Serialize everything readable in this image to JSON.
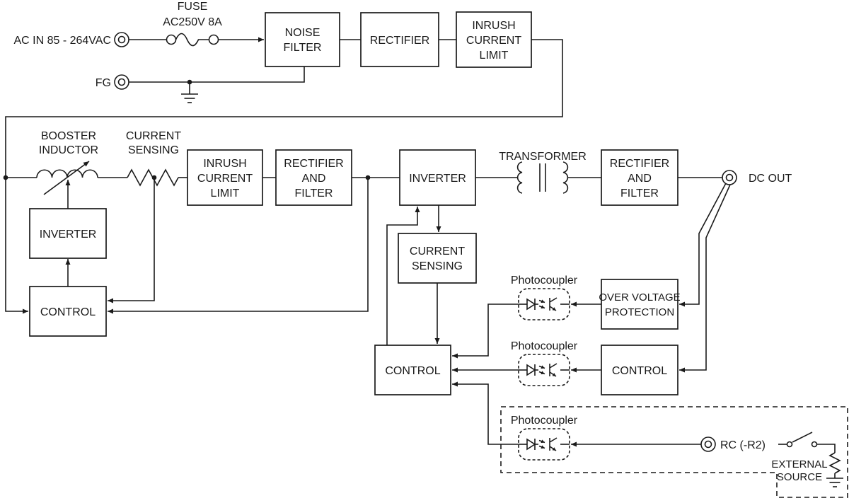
{
  "colors": {
    "background": "#ffffff",
    "ink": "#1a1a1a"
  },
  "labels": {
    "ac_in": "AC IN 85 - 264VAC",
    "fg": "FG",
    "fuse1": "FUSE",
    "fuse2": "AC250V 8A",
    "booster1": "BOOSTER",
    "booster2": "INDUCTOR",
    "sensing1": "CURRENT",
    "sensing2": "SENSING",
    "transformer": "TRANSFORMER",
    "dc_out": "DC OUT",
    "photocoupler": "Photocoupler",
    "rc": "RC (-R2)",
    "ext1": "EXTERNAL",
    "ext2": "SOURCE"
  },
  "boxes": {
    "noise_filter": {
      "line1": "NOISE",
      "line2": "FILTER"
    },
    "rectifier": {
      "line1": "RECTIFIER"
    },
    "inrush_top": {
      "line1": "INRUSH",
      "line2": "CURRENT",
      "line3": "LIMIT"
    },
    "inrush_main": {
      "line1": "INRUSH",
      "line2": "CURRENT",
      "line3": "LIMIT"
    },
    "rect_filter_1": {
      "line1": "RECTIFIER",
      "line2": "AND",
      "line3": "FILTER"
    },
    "inverter_main": {
      "line1": "INVERTER"
    },
    "rect_filter_2": {
      "line1": "RECTIFIER",
      "line2": "AND",
      "line3": "FILTER"
    },
    "inverter_left": {
      "line1": "INVERTER"
    },
    "control_left": {
      "line1": "CONTROL"
    },
    "current_sensing_box": {
      "line1": "CURRENT",
      "line2": "SENSING"
    },
    "control_mid": {
      "line1": "CONTROL"
    },
    "ovp": {
      "line1": "OVER VOLTAGE",
      "line2": "PROTECTION"
    },
    "control_right": {
      "line1": "CONTROL"
    }
  }
}
